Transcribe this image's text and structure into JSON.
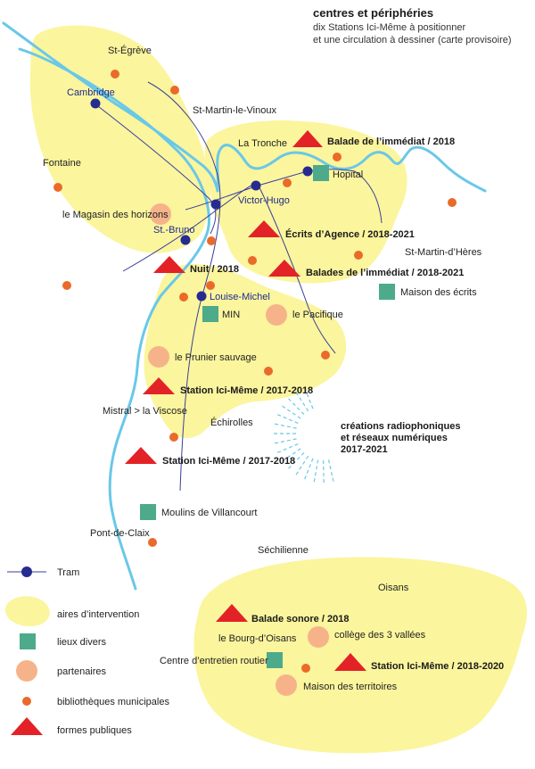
{
  "colors": {
    "area": "#fbf59d",
    "river": "#69c8e8",
    "tram": "#262b8f",
    "tram_line": "#3a3f9a",
    "lieux": "#4daa8a",
    "partenaire": "#f6b38a",
    "bibliotheque": "#ea6a2a",
    "forme": "#e32227"
  },
  "header": {
    "title": "centres et périphéries",
    "line1": "dix Stations Ici-Même à positionner",
    "line2": "et une circulation à dessiner (carte provisoire)"
  },
  "places": {
    "st_egreve": "St-Égrève",
    "st_martin_le_vinoux": "St-Martin-le-Vinoux",
    "la_tronche": "La Tronche",
    "fontaine": "Fontaine",
    "magasin": "le Magasin des horizons",
    "st_martin_d_heres": "St-Martin-d’Hères",
    "min": "MIN",
    "pacifique": "le Pacifique",
    "maison_ecrits": "Maison des écrits",
    "prunier": "le Prunier sauvage",
    "mistral": "Mistral > la Viscose",
    "echirolles": "Échirolles",
    "moulins": "Moulins de Villancourt",
    "pont_de_claix": "Pont-de-Claix",
    "sechilienne": "Séchilienne",
    "oisans": "Oisans",
    "bourg_doisans": "le Bourg-d’Oisans",
    "college": "collège des 3 vallées",
    "centre_entretien": "Centre d’entretien routier",
    "maison_territoires": "Maison des territoires"
  },
  "tram_stops": {
    "cambridge": "Cambridge",
    "hopital": "Hopital",
    "victor_hugo": "Victor-Hugo",
    "st_bruno": "St.-Bruno",
    "louise_michel": "Louise-Michel"
  },
  "events": {
    "balade_immediat_2018": "Balade de l’immédiat / 2018",
    "ecrits_agence": "Écrits d’Agence / 2018-2021",
    "nuit": "Nuit / 2018",
    "balades_immediat": "Balades de l’immédiat / 2018-2021",
    "station_1": "Station Ici-Même / 2017-2018",
    "station_2": "Station Ici-Même / 2017-2018",
    "balade_sonore": "Balade sonore / 2018",
    "station_3": "Station Ici-Même / 2018-2020"
  },
  "radio": {
    "line1": "créations radiophoniques",
    "line2": "et réseaux numériques",
    "line3": "2017-2021"
  },
  "legend": {
    "tram": "Tram",
    "aires": "aires d’intervention",
    "lieux": "lieux divers",
    "partenaires": "partenaires",
    "bibliotheques": "bibliothèques municipales",
    "formes": "formes publiques"
  }
}
